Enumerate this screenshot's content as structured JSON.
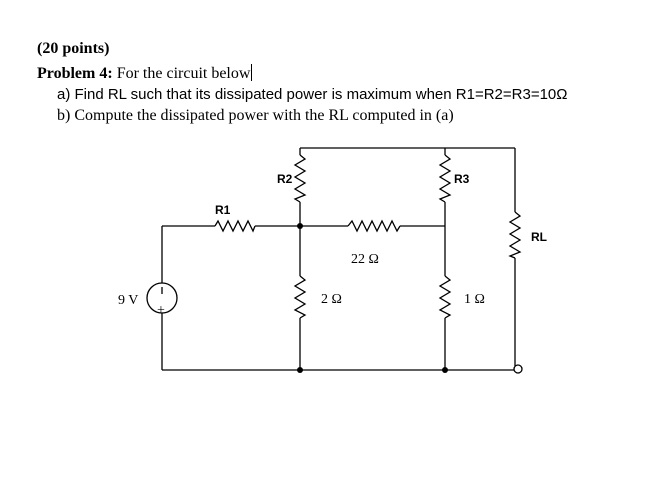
{
  "header": {
    "points": "(20 points)",
    "problem_label": "Problem 4:",
    "problem_text": " For the circuit below"
  },
  "questions": {
    "a": "a)  Find RL such that its dissipated power is maximum when R1=R2=R3=10Ω",
    "b": "b)  Compute the dissipated power with the RL computed in (a)"
  },
  "circuit": {
    "source_label": "9 V",
    "source_plus": "+",
    "r1": "R1",
    "r2": "R2",
    "r3": "R3",
    "rl": "RL",
    "r_22": "22 Ω",
    "r_2": "2 Ω",
    "r_1": "1 Ω"
  }
}
